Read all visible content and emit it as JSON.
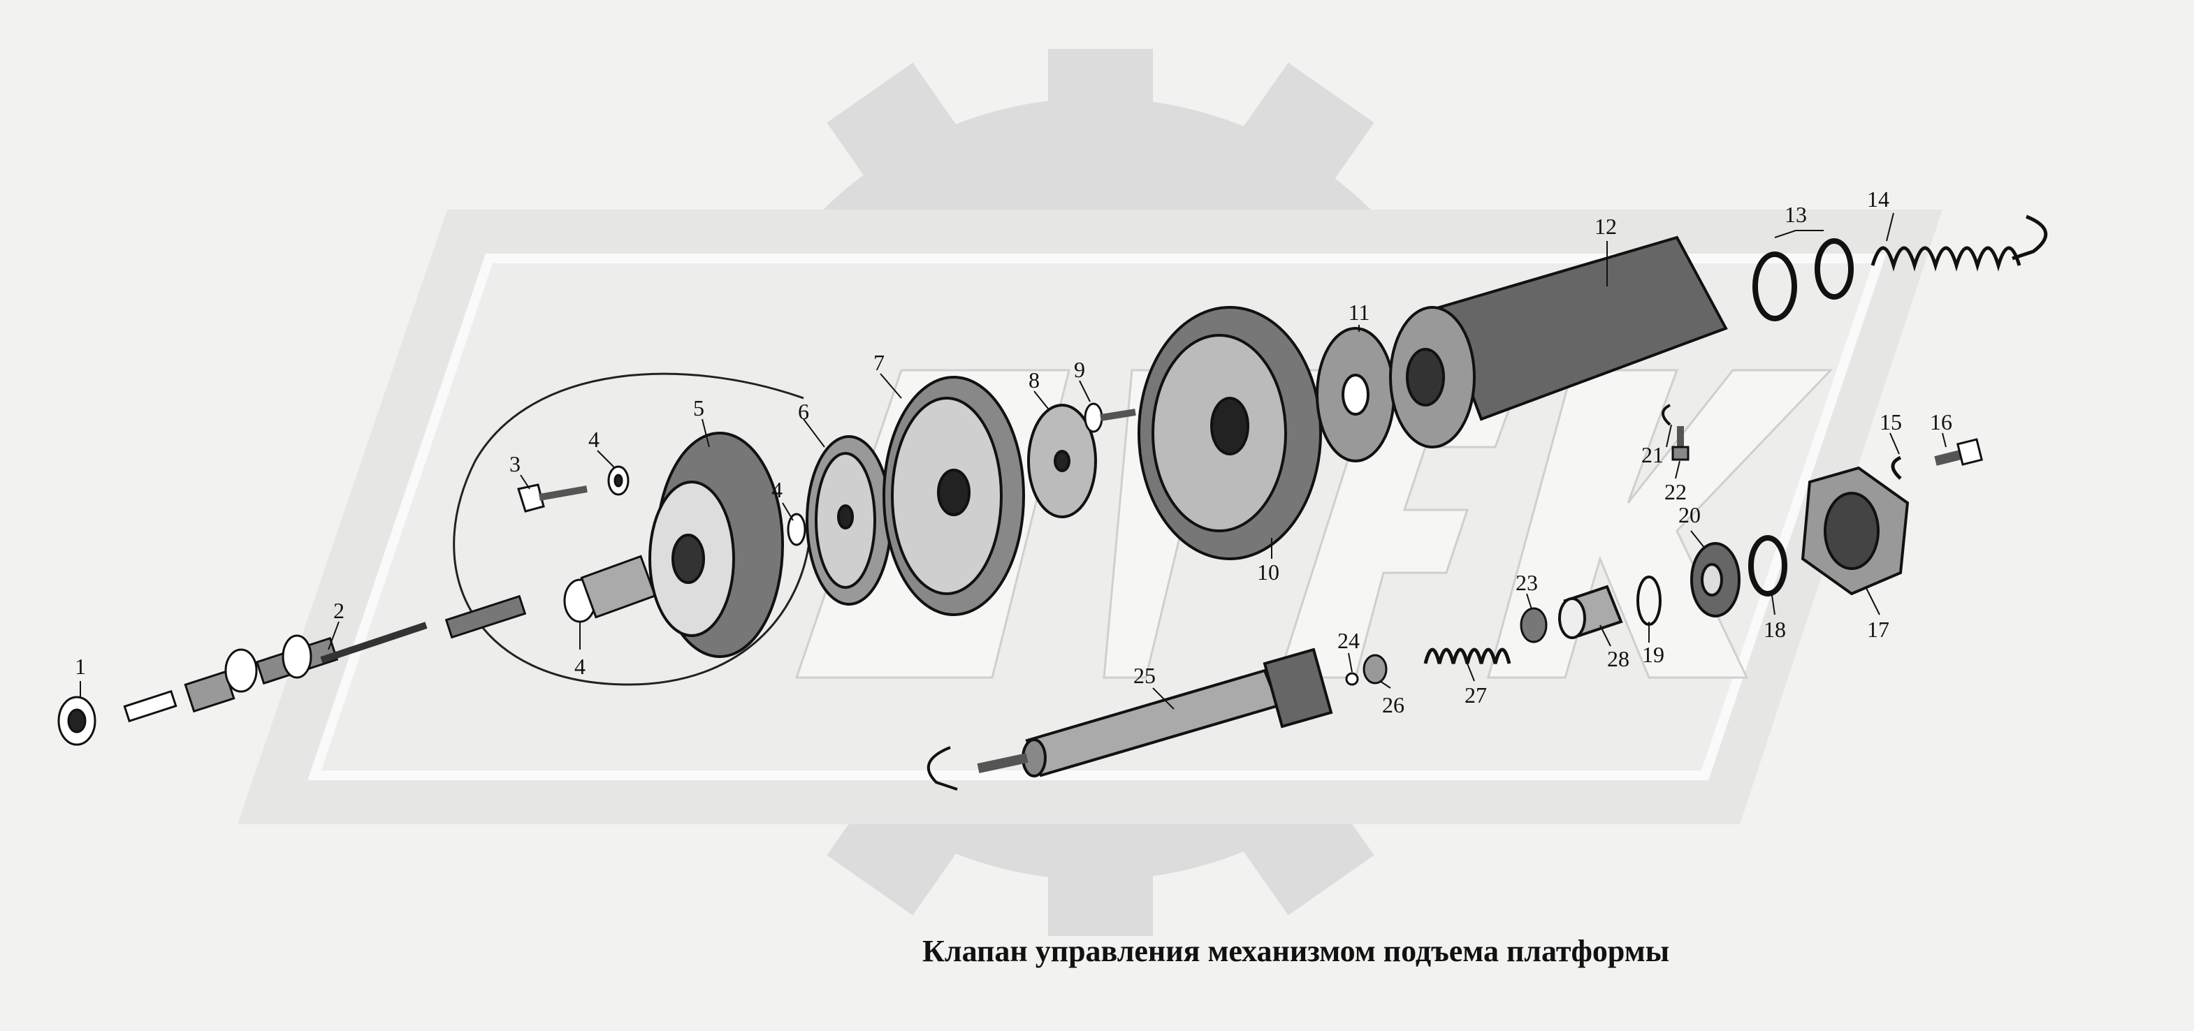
{
  "caption": "Клапан управления механизмом подъема платформы",
  "watermark": "ОРЕХ",
  "colors": {
    "background": "#f2f2f0",
    "watermark": "#dcdcdc",
    "ink": "#111111"
  },
  "parts": [
    {
      "num": "1"
    },
    {
      "num": "2"
    },
    {
      "num": "3"
    },
    {
      "num": "4"
    },
    {
      "num": "4"
    },
    {
      "num": "4"
    },
    {
      "num": "5"
    },
    {
      "num": "6"
    },
    {
      "num": "7"
    },
    {
      "num": "8"
    },
    {
      "num": "9"
    },
    {
      "num": "10"
    },
    {
      "num": "11"
    },
    {
      "num": "12"
    },
    {
      "num": "13"
    },
    {
      "num": "14"
    },
    {
      "num": "15"
    },
    {
      "num": "16"
    },
    {
      "num": "17"
    },
    {
      "num": "18"
    },
    {
      "num": "19"
    },
    {
      "num": "20"
    },
    {
      "num": "21"
    },
    {
      "num": "22"
    },
    {
      "num": "23"
    },
    {
      "num": "24"
    },
    {
      "num": "25"
    },
    {
      "num": "26"
    },
    {
      "num": "27"
    },
    {
      "num": "28"
    }
  ]
}
